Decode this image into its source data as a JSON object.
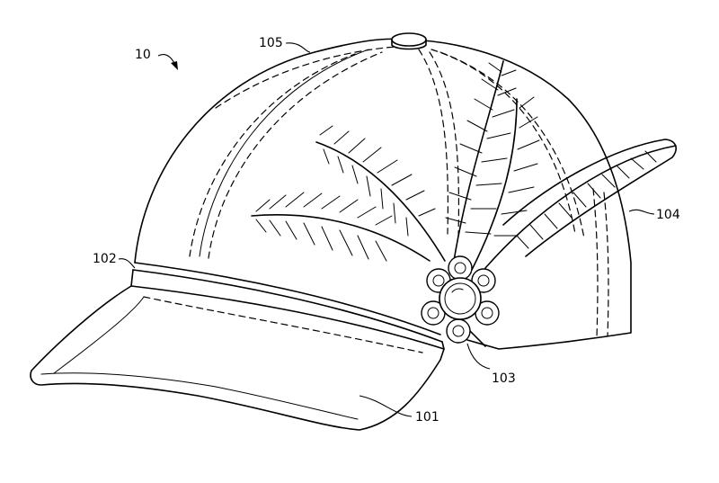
{
  "figure": {
    "subject": "baseball cap with decorative feather-and-brooch ornament",
    "reference_numerals": {
      "cap": "10",
      "visor": "101",
      "band": "102",
      "brooch": "103",
      "quill_feather": "104",
      "crown": "105"
    },
    "icons": [
      "button-icon",
      "brooch-icon",
      "feather-icon",
      "arrow-icon"
    ]
  }
}
